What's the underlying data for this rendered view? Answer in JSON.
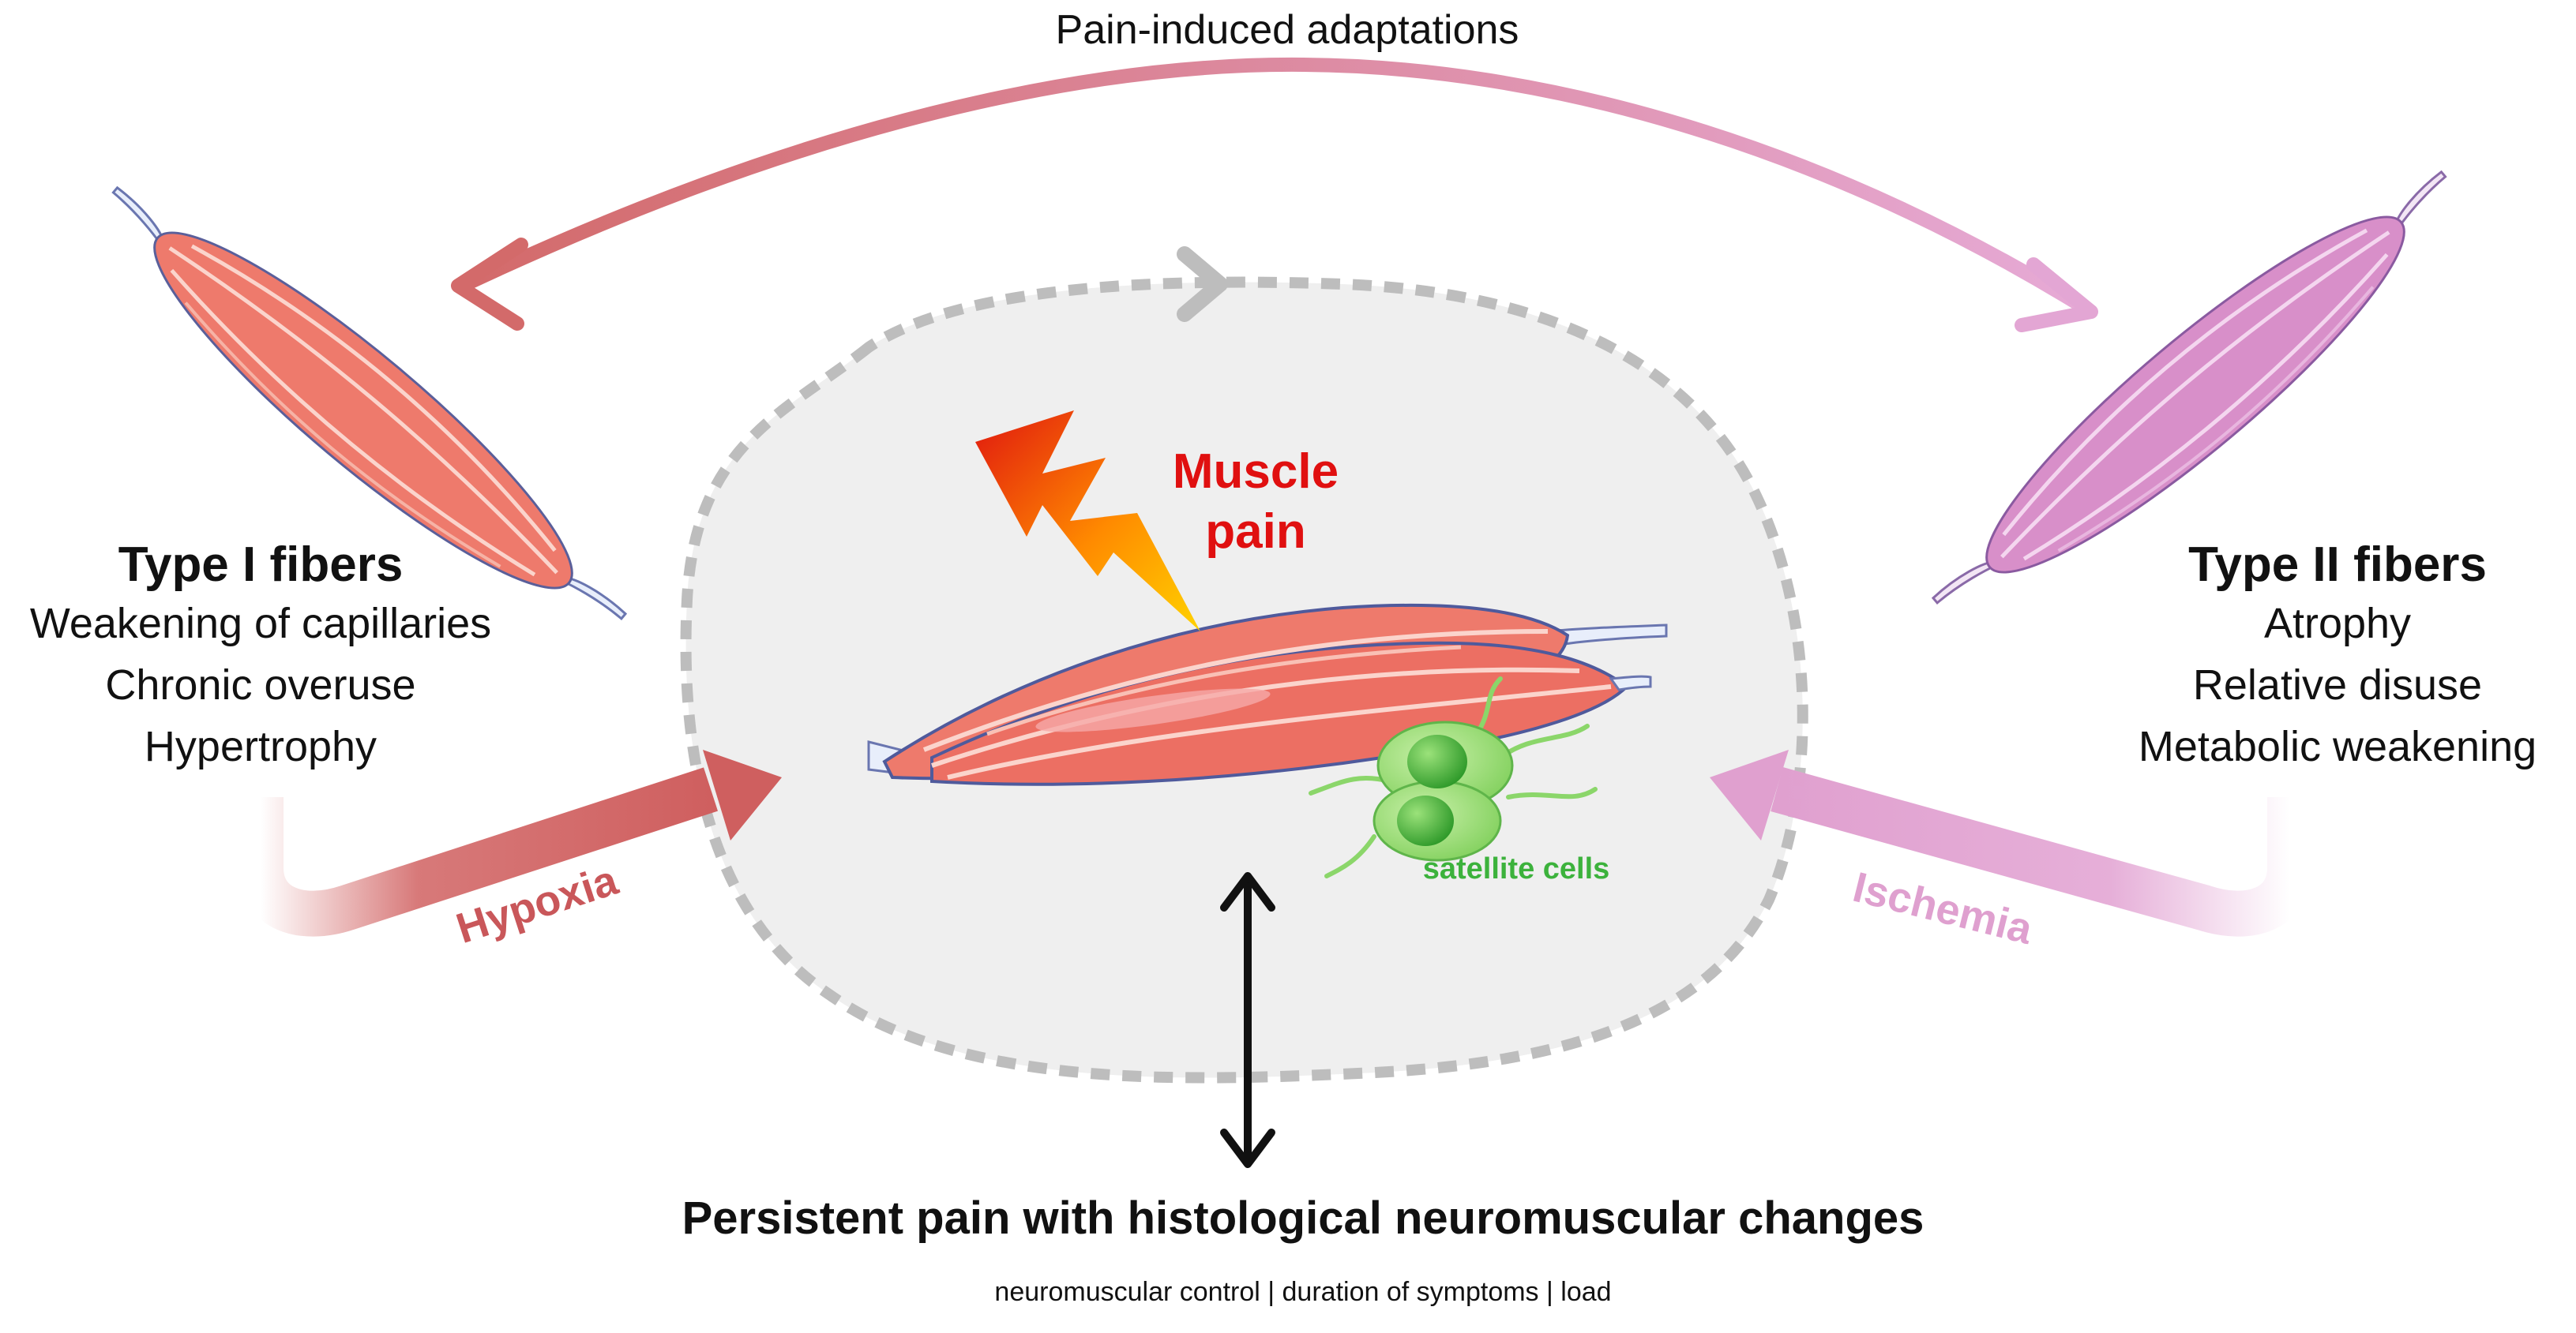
{
  "top_label": "Pain-induced adaptations",
  "center": {
    "muscle_pain_line1": "Muscle",
    "muscle_pain_line2": "pain",
    "satellite_label": "satellite cells"
  },
  "type1": {
    "title": "Type I fibers",
    "items": [
      "Weakening of capillaries",
      "Chronic overuse",
      "Hypertrophy"
    ],
    "arrow_label": "Hypoxia",
    "color": "#d36a6a"
  },
  "type2": {
    "title": "Type II fibers",
    "items": [
      "Atrophy",
      "Relative disuse",
      "Metabolic weakening"
    ],
    "arrow_label": "Ischemia",
    "color": "#e3a6d4"
  },
  "bottom": {
    "title": "Persistent pain with histological neuromuscular changes",
    "subtitle": "neuromuscular control | duration of symptoms | load"
  },
  "colors": {
    "muscle_red": "#ee7a6c",
    "muscle_pink": "#d88fc9",
    "cycle_gray": "#bdbdbd",
    "zone_fill": "#efefef",
    "pain_red": "#e01010",
    "satellite_green": "#3cb23c"
  }
}
